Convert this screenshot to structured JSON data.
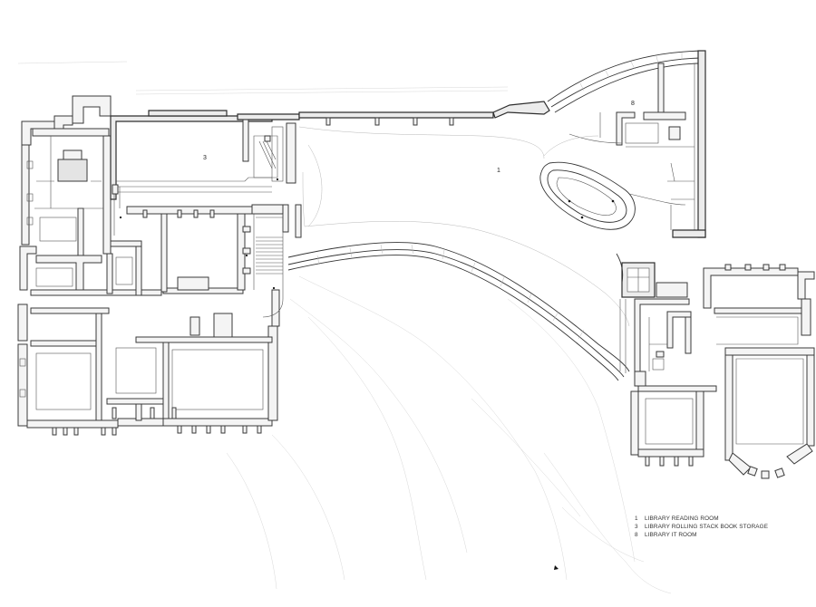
{
  "rooms": [
    {
      "number": "1",
      "name": "LIBRARY READING ROOM"
    },
    {
      "number": "3",
      "name": "LIBRARY ROLLING STACK BOOK STORAGE"
    },
    {
      "number": "8",
      "name": "LIBRARY IT ROOM"
    }
  ],
  "colors": {
    "walls": "#3a3a3a",
    "fill": "#f4f4f4",
    "faint_lines": "#b8b8b8",
    "background": "#ffffff"
  }
}
